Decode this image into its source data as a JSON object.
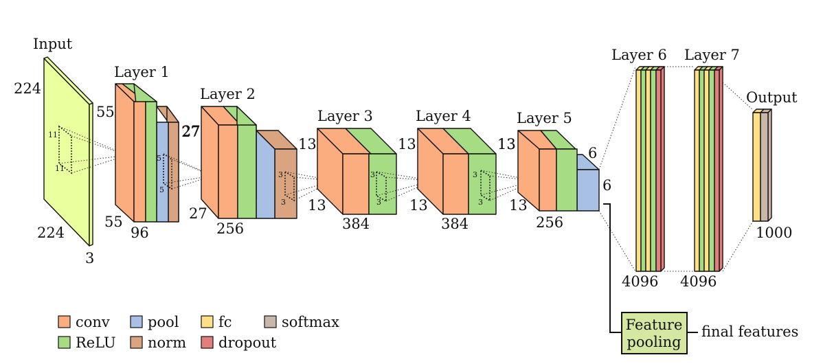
{
  "colors": {
    "conv": "#fcad80",
    "relu": "#a6dc84",
    "pool": "#a8c0e4",
    "norm": "#d9a47f",
    "fc": "#ffe087",
    "dropout": "#e17f7f",
    "softmax": "#c9b7a9",
    "input": "#eaff9e",
    "feature": "#d5e8a2"
  },
  "labels": {
    "input": "Input",
    "layer1": "Layer 1",
    "layer2": "Layer 2",
    "layer3": "Layer 3",
    "layer4": "Layer 4",
    "layer5": "Layer 5",
    "layer6": "Layer 6",
    "layer7": "Layer 7",
    "output": "Output"
  },
  "dims": {
    "input_h": "224",
    "input_w": "224",
    "input_c": "3",
    "l1_h": "55",
    "l1_w": "55",
    "l1_c": "96",
    "l1_pool": "27",
    "l2_h": "27",
    "l2_c": "256",
    "l2_pool": "13",
    "l3_h": "13",
    "l3_w": "13",
    "l3_c": "384",
    "l4_h": "13",
    "l4_w": "13",
    "l4_c": "384",
    "l5_h": "13",
    "l5_w": "13",
    "l5_c": "256",
    "l5_pool_h": "6",
    "l5_pool_w": "6",
    "l6_c": "4096",
    "l7_c": "4096",
    "out_c": "1000"
  },
  "kernels": {
    "k1a": "11",
    "k1b": "11",
    "k2a": "5",
    "k2b": "5",
    "k3a": "3",
    "k3b": "3",
    "k4a": "3",
    "k4b": "3",
    "k5a": "3",
    "k5b": "3"
  },
  "feature": {
    "line1": "Feature",
    "line2": "pooling",
    "final": "final features"
  },
  "legend": {
    "conv": "conv",
    "relu": "ReLU",
    "pool": "pool",
    "norm": "norm",
    "fc": "fc",
    "dropout": "dropout",
    "softmax": "softmax"
  }
}
